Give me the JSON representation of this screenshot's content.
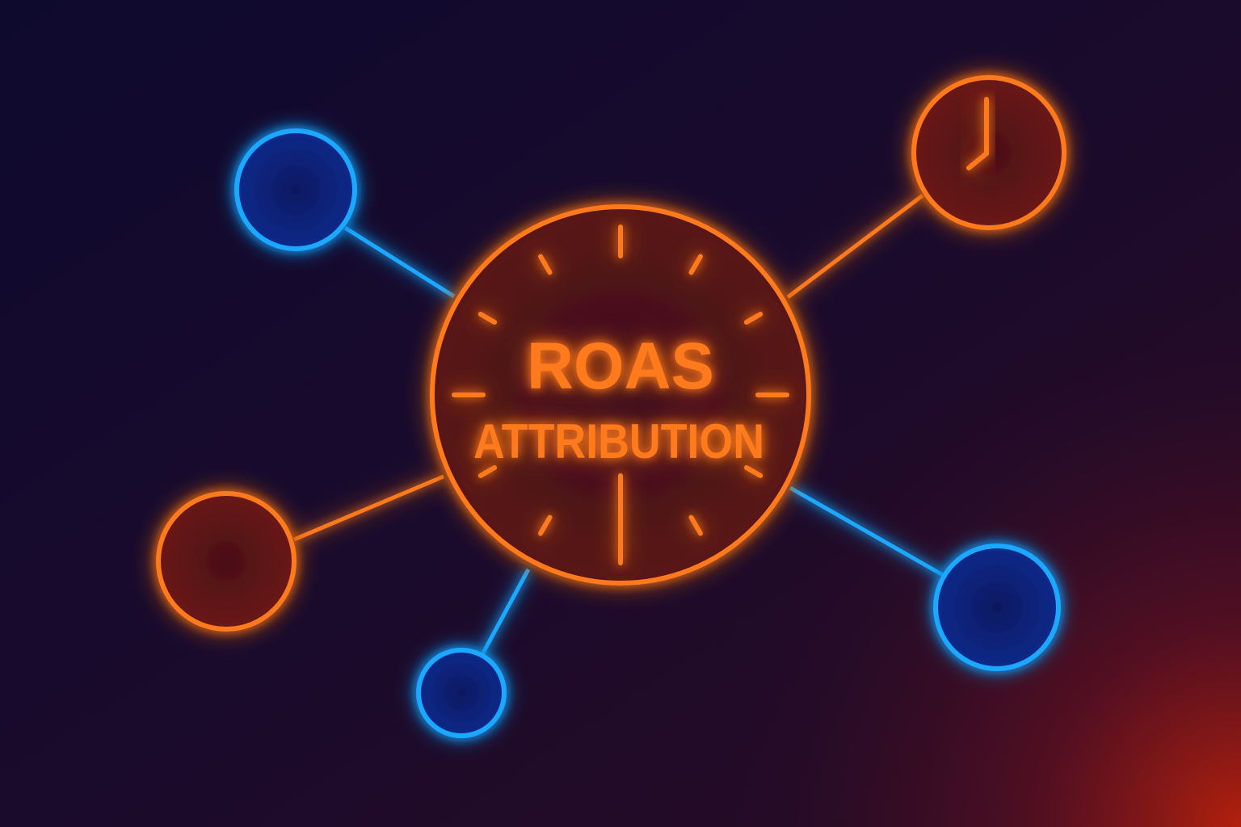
{
  "diagram": {
    "hub": {
      "title": "ROAS",
      "subtitle": "ATTRIBUTION"
    },
    "nodes": [
      {
        "id": "top-left",
        "color": "blue"
      },
      {
        "id": "top-right",
        "color": "orange",
        "icon": "clock-icon"
      },
      {
        "id": "mid-left",
        "color": "orange"
      },
      {
        "id": "bottom-left",
        "color": "blue"
      },
      {
        "id": "bottom-right",
        "color": "blue"
      }
    ]
  },
  "colors": {
    "background_dark": "#12082a",
    "background_warm": "#8a1a10",
    "orange": "#ff7a1a",
    "blue": "#1aa8ff",
    "blue_fill": "#0a1f6e",
    "orange_fill": "#5a1a14"
  }
}
